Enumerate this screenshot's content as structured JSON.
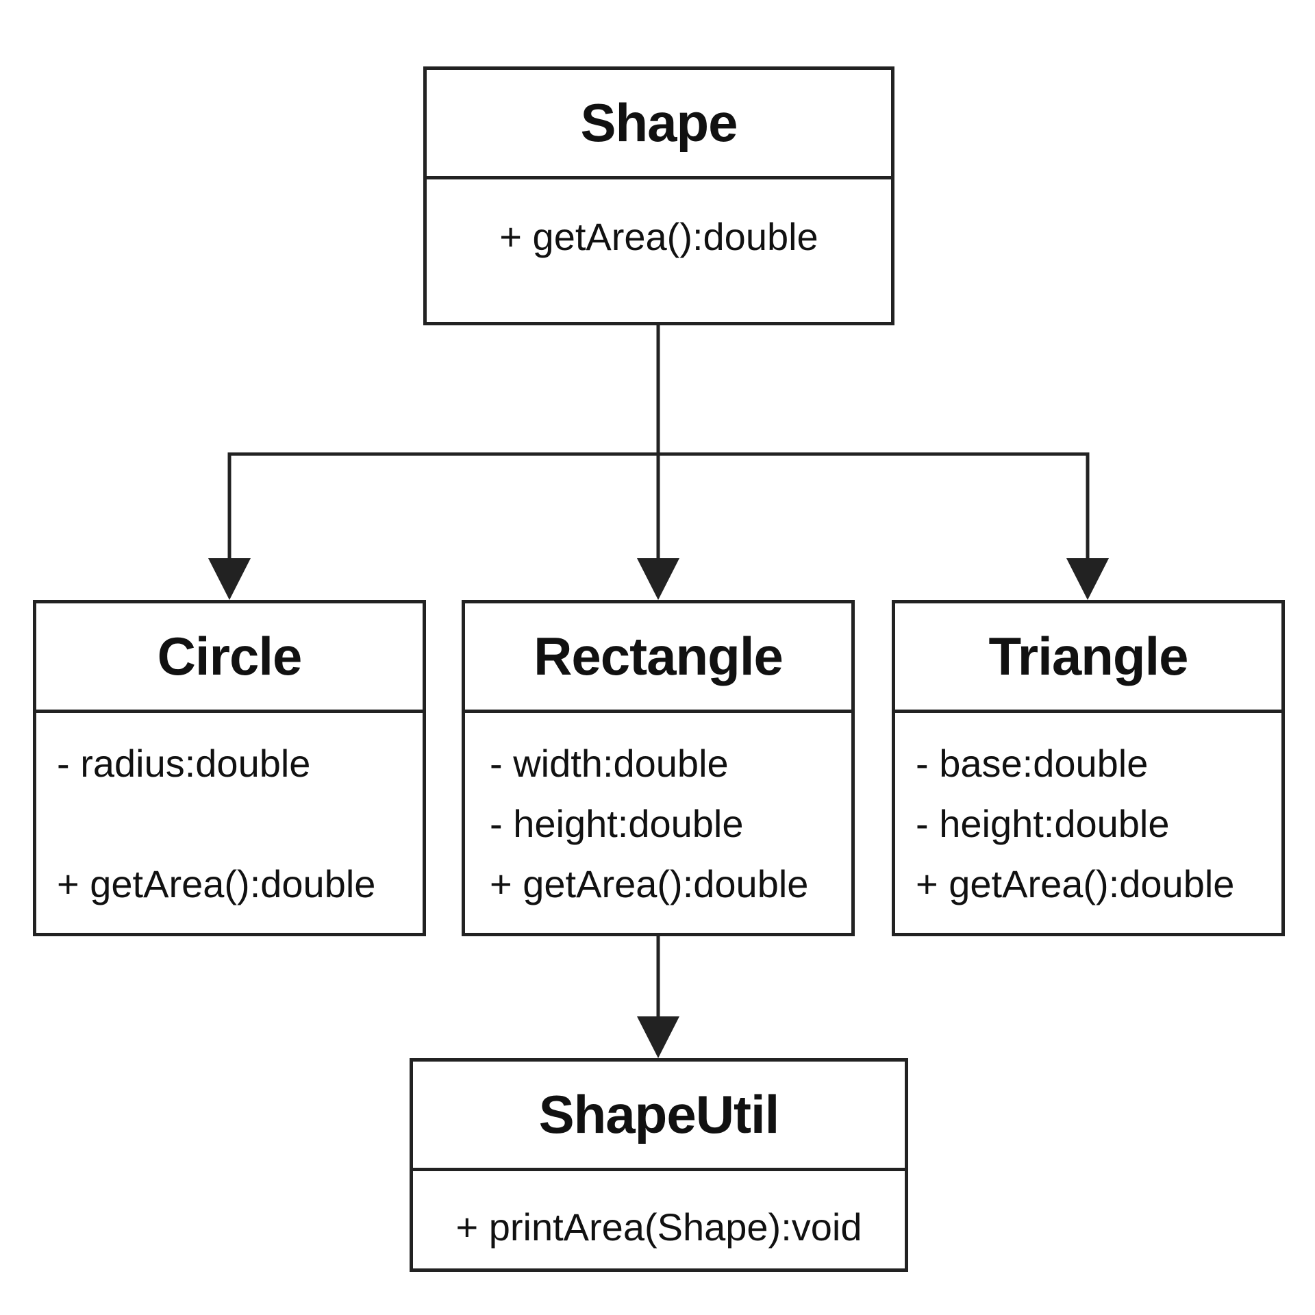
{
  "colors": {
    "line": "#222222",
    "background": "#ffffff",
    "text": "#111111"
  },
  "classes": {
    "shape": {
      "name": "Shape",
      "members": [
        "+ getArea():double"
      ]
    },
    "circle": {
      "name": "Circle",
      "members": [
        "- radius:double",
        "+ getArea():double"
      ]
    },
    "rectangle": {
      "name": "Rectangle",
      "members": [
        "- width:double",
        "- height:double",
        "+ getArea():double"
      ]
    },
    "triangle": {
      "name": "Triangle",
      "members": [
        "- base:double",
        "- height:double",
        "+ getArea():double"
      ]
    },
    "shapeutil": {
      "name": "ShapeUtil",
      "members": [
        "+ printArea(Shape):void"
      ]
    }
  },
  "relationships": [
    {
      "from": "Shape",
      "to": "Circle"
    },
    {
      "from": "Shape",
      "to": "Rectangle"
    },
    {
      "from": "Shape",
      "to": "Triangle"
    },
    {
      "from": "Rectangle",
      "to": "ShapeUtil"
    }
  ]
}
